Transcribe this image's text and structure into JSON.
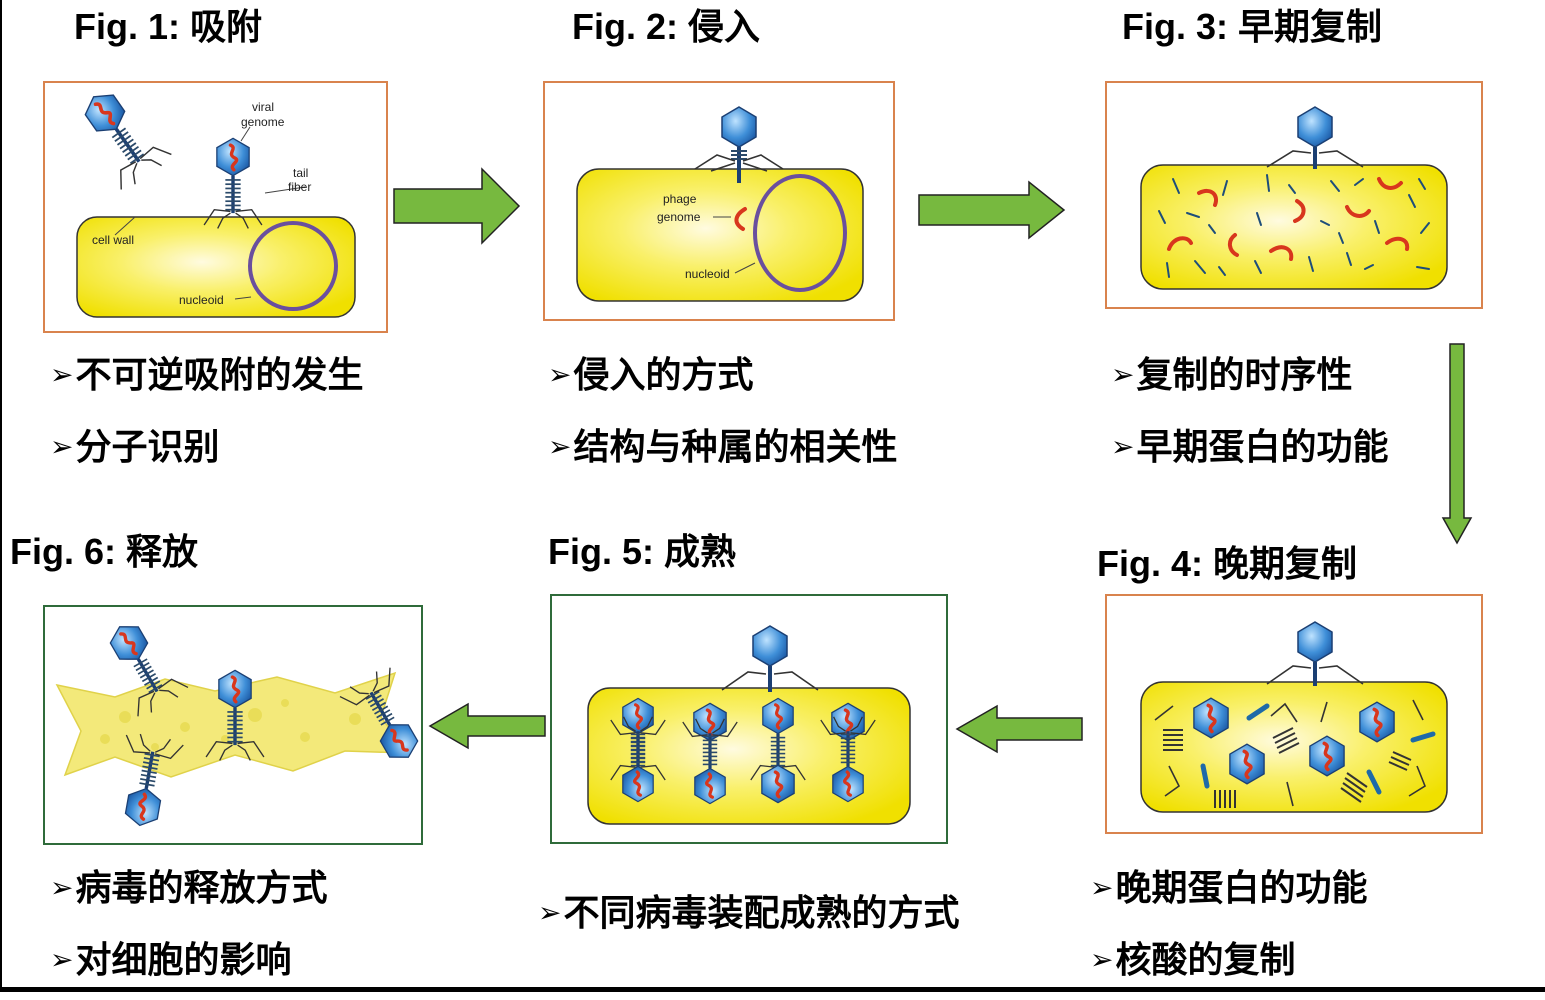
{
  "figures": [
    {
      "title": "Fig. 1: 吸附",
      "bullets": [
        "不可逆吸附的发生",
        "分子识别"
      ],
      "labels": {
        "viral": "viral",
        "genome": "genome",
        "tail": "tail",
        "fiber": "fiber",
        "cell_wall": "cell wall",
        "nucleoid": "nucleoid"
      }
    },
    {
      "title": "Fig. 2: 侵入",
      "bullets": [
        "侵入的方式",
        "结构与种属的相关性"
      ],
      "labels": {
        "phage": "phage",
        "genome": "genome",
        "nucleoid": "nucleoid"
      }
    },
    {
      "title": "Fig. 3: 早期复制",
      "bullets": [
        "复制的时序性",
        "早期蛋白的功能"
      ]
    },
    {
      "title": "Fig. 4: 晚期复制",
      "bullets": [
        "晚期蛋白的功能",
        "核酸的复制"
      ]
    },
    {
      "title": "Fig. 5: 成熟",
      "bullets": [
        "不同病毒装配成熟的方式"
      ]
    },
    {
      "title": "Fig. 6: 释放",
      "bullets": [
        "病毒的释放方式",
        "对细胞的影响"
      ]
    }
  ],
  "bullet_marker": "➢",
  "colors": {
    "arrow": "#77b93f",
    "arrow_stroke": "#222222",
    "panel_border_orange": "#d9834d",
    "panel_border_green": "#2f6b3a",
    "cell_fill": "#f5ea1c",
    "capsid": "#3a8ad6",
    "genome": "#d8361d",
    "nucleoid": "#6a4f9e"
  }
}
